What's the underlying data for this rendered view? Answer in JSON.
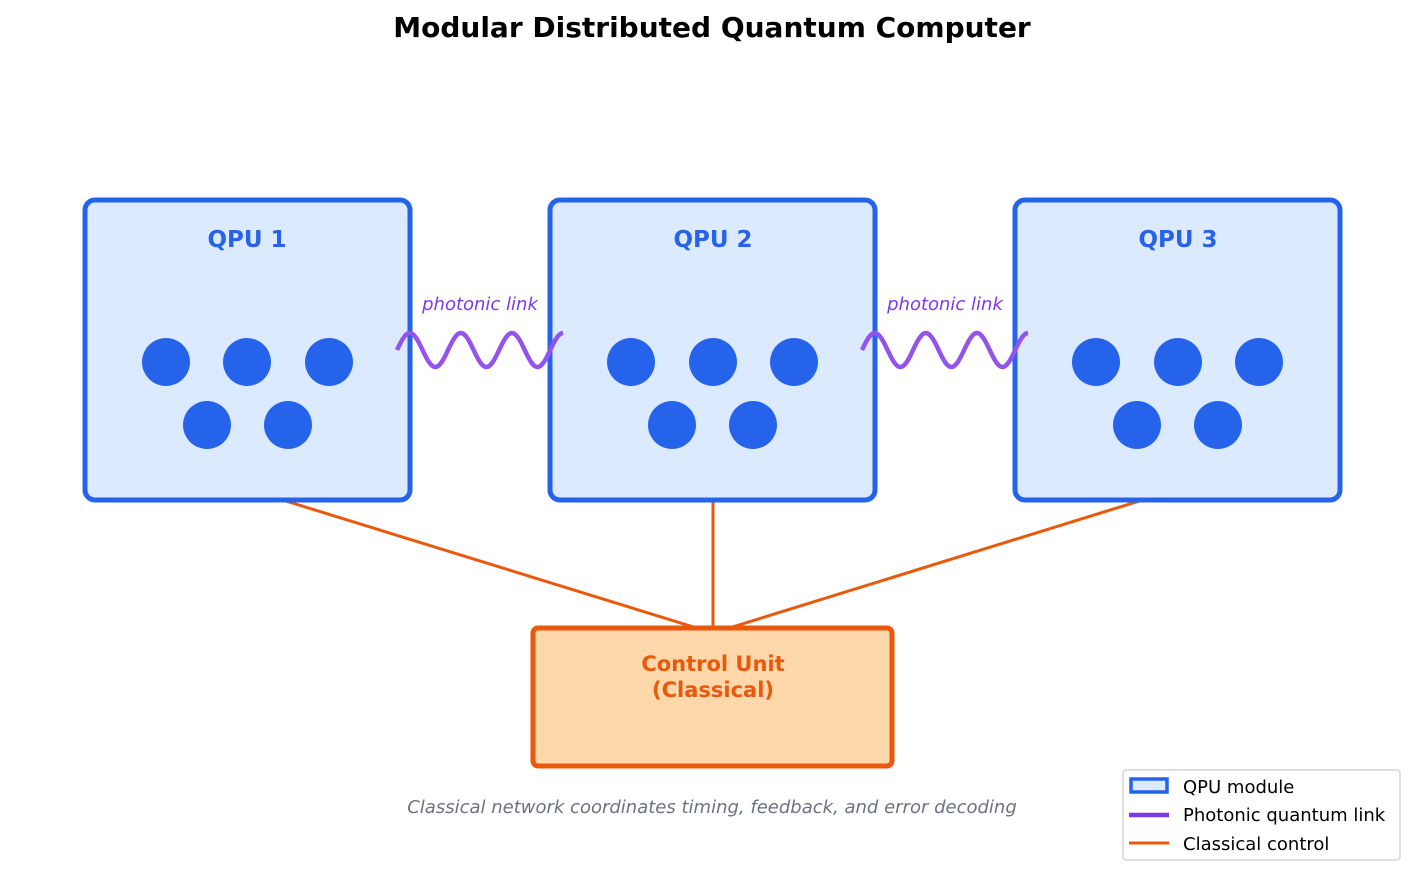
{
  "title": "Modular Distributed Quantum Computer",
  "colors": {
    "qpu_stroke": "#2563eb",
    "qpu_fill": "#dbeafe",
    "qubit": "#2563eb",
    "link": "#9353ec",
    "link_label": "#7c3aed",
    "control_stroke": "#ea580c",
    "control_fill": "#fed7aa",
    "control_text": "#ea580c",
    "caption": "#6b7280",
    "legend_border": "#cccccc",
    "legend_link": "#7c3aed"
  },
  "qpus": [
    {
      "label": "QPU 1",
      "qubits": 5
    },
    {
      "label": "QPU 2",
      "qubits": 5
    },
    {
      "label": "QPU 3",
      "qubits": 5
    }
  ],
  "links": [
    {
      "label": "photonic link"
    },
    {
      "label": "photonic link"
    }
  ],
  "control": {
    "line1": "Control Unit",
    "line2": "(Classical)"
  },
  "caption": "Classical network coordinates timing, feedback, and error decoding",
  "legend": {
    "items": [
      {
        "label": "QPU module"
      },
      {
        "label": "Photonic quantum link"
      },
      {
        "label": "Classical control"
      }
    ]
  }
}
